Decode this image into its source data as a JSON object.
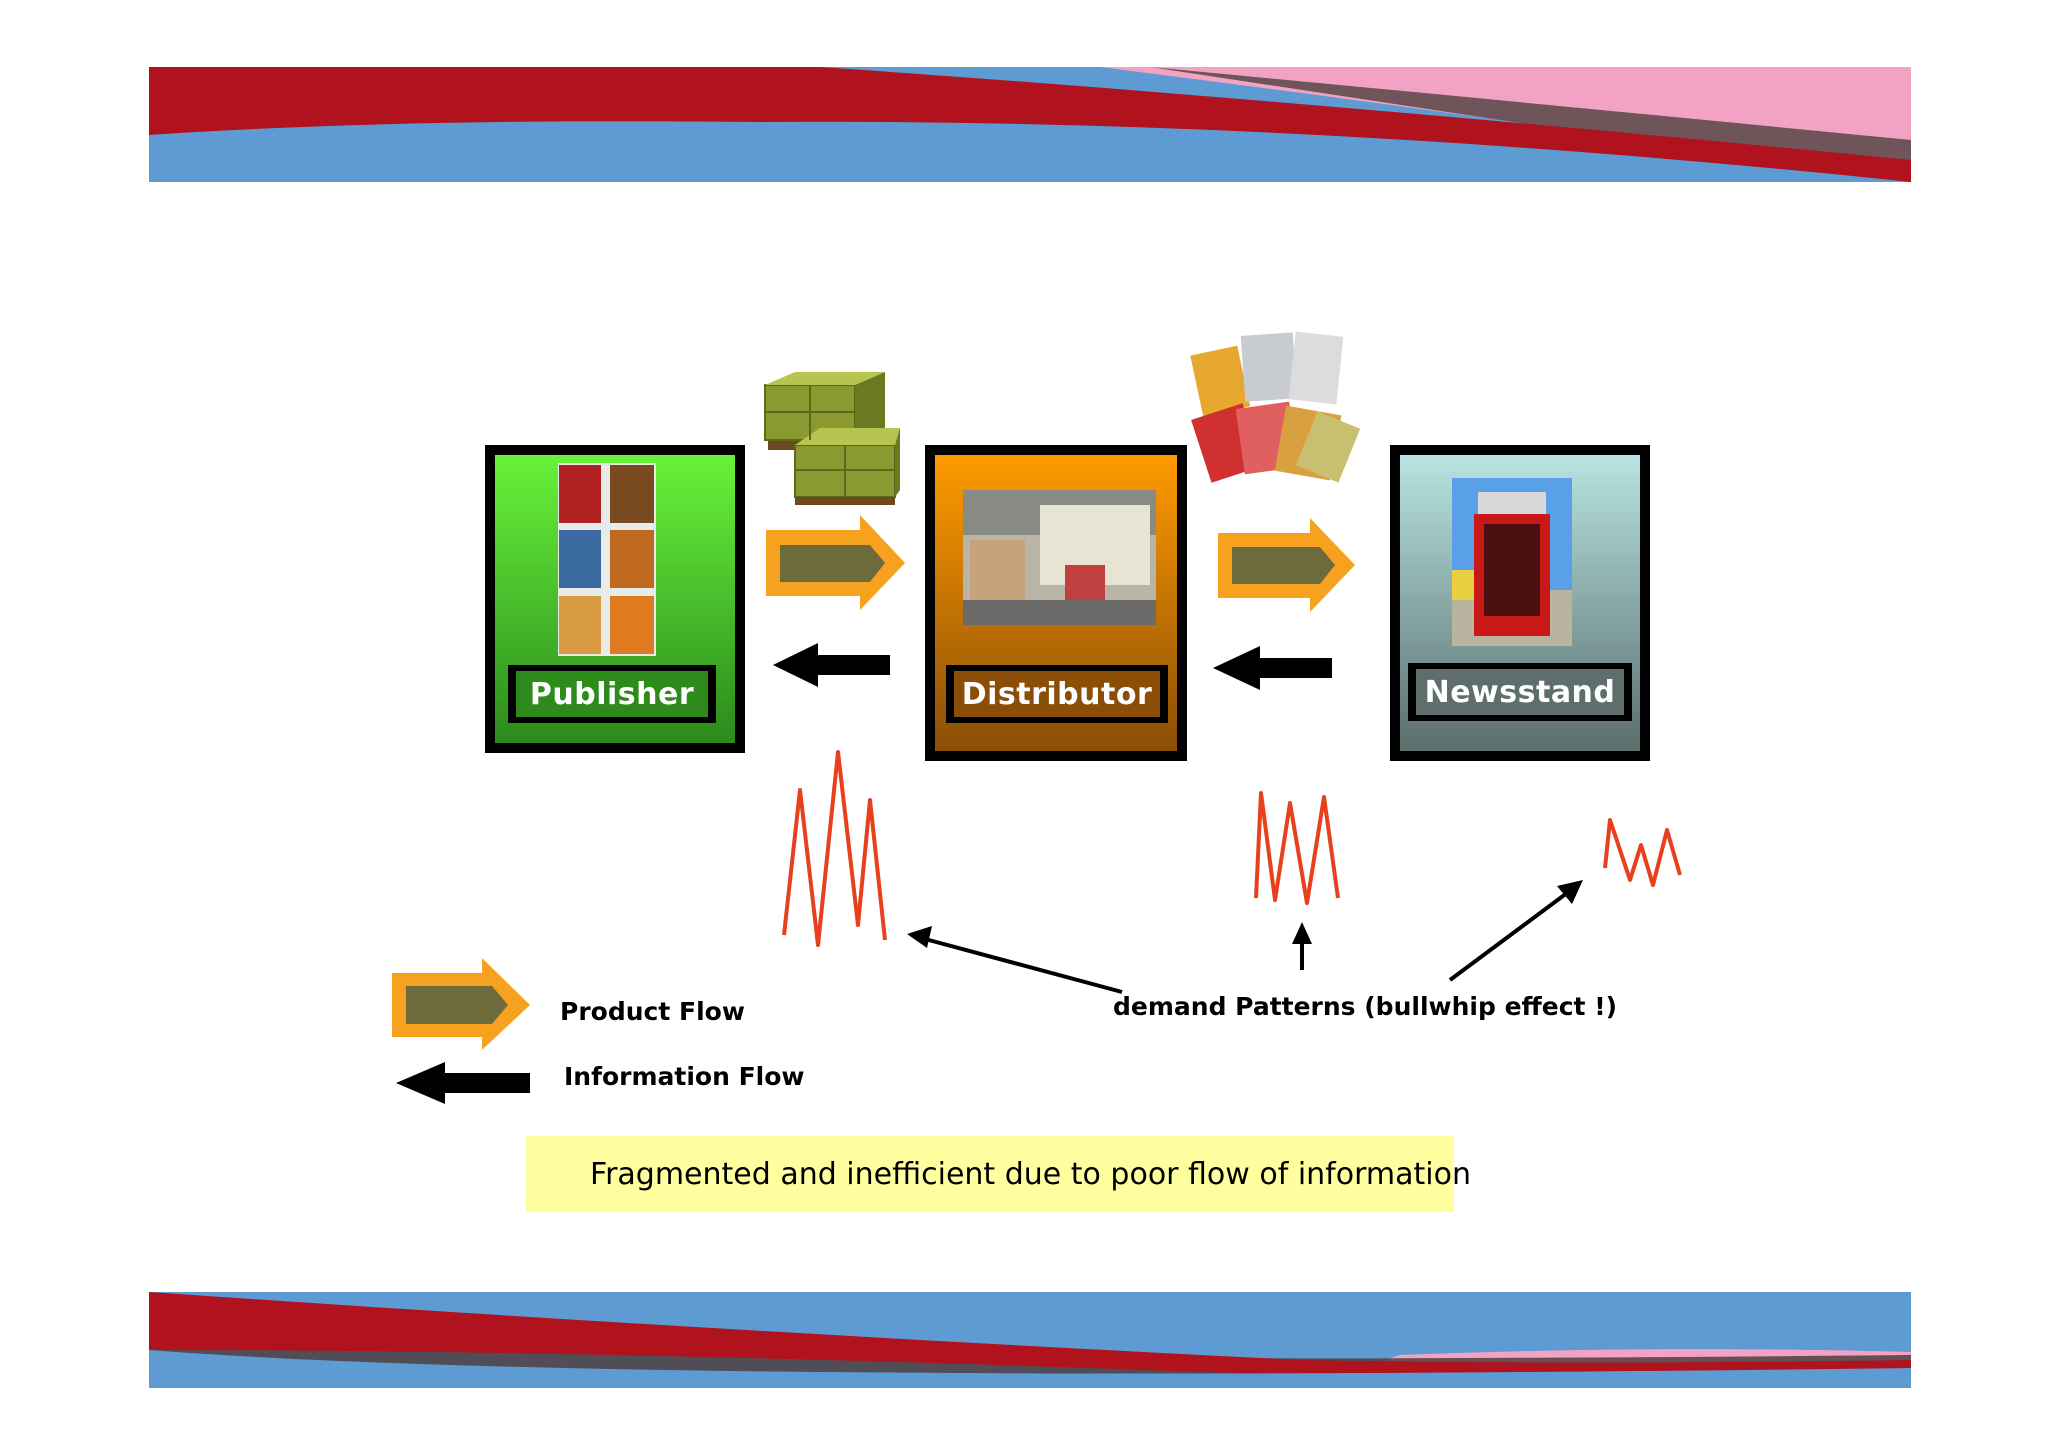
{
  "stages": [
    {
      "id": "publisher",
      "label": "Publisher"
    },
    {
      "id": "distributor",
      "label": "Distributor"
    },
    {
      "id": "newsstand",
      "label": "Newsstand"
    }
  ],
  "legend": {
    "product_flow": "Product Flow",
    "information_flow": "Information Flow"
  },
  "annotation": "demand Patterns (bullwhip effect !)",
  "summary": "Fragmented and inefficient due to poor flow of information",
  "colors": {
    "banner_red": "#b0121e",
    "banner_blue": "#5e9bd3",
    "banner_pink": "#f2a3c4",
    "banner_dark": "#4d4040",
    "publisher_fill": "#5cdc2c",
    "distributor_fill": "#f09000",
    "newsstand_fill": "#a6d2d0",
    "product_arrow_fill": "#6d6a3c",
    "product_arrow_outline": "#f7a21e",
    "demand_line": "#e8401c",
    "summary_box": "#ffffa0"
  },
  "icons": {
    "pallet": "pallet-boxes-icon",
    "magazines": "magazine-stack-icon"
  }
}
